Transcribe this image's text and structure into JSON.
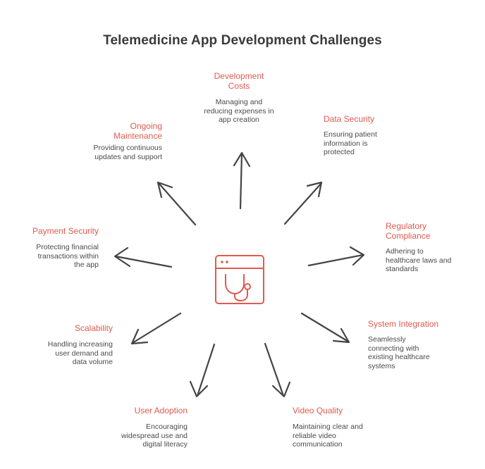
{
  "title": "Telemedicine App Development Challenges",
  "center_icon": "telemedicine-stethoscope-window-icon",
  "colors": {
    "accent": "#e05a4f",
    "arrow": "#444444",
    "text": "#4a4a4a",
    "title": "#3a3a3a"
  },
  "challenges": [
    {
      "label": [
        "Development",
        "Costs"
      ],
      "description": [
        "Managing and",
        "reducing expenses in",
        "app creation"
      ]
    },
    {
      "label": [
        "Data Security"
      ],
      "description": [
        "Ensuring patient",
        "information is",
        "protected"
      ]
    },
    {
      "label": [
        "Regulatory",
        "Compliance"
      ],
      "description": [
        "Adhering to",
        "healthcare laws and",
        "standards"
      ]
    },
    {
      "label": [
        "System Integration"
      ],
      "description": [
        "Seamlessly",
        "connecting with",
        "existing healthcare",
        "systems"
      ]
    },
    {
      "label": [
        "Video Quality"
      ],
      "description": [
        "Maintaining clear and",
        "reliable video",
        "communication"
      ]
    },
    {
      "label": [
        "User Adoption"
      ],
      "description": [
        "Encouraging",
        "widespread use and",
        "digital literacy"
      ]
    },
    {
      "label": [
        "Scalability"
      ],
      "description": [
        "Handling increasing",
        "user demand and",
        "data volume"
      ]
    },
    {
      "label": [
        "Payment Security"
      ],
      "description": [
        "Protecting financial",
        "transactions within",
        "the app"
      ]
    },
    {
      "label": [
        "Ongoing",
        "Maintenance"
      ],
      "description": [
        "Providing continuous",
        "updates and support"
      ]
    }
  ]
}
